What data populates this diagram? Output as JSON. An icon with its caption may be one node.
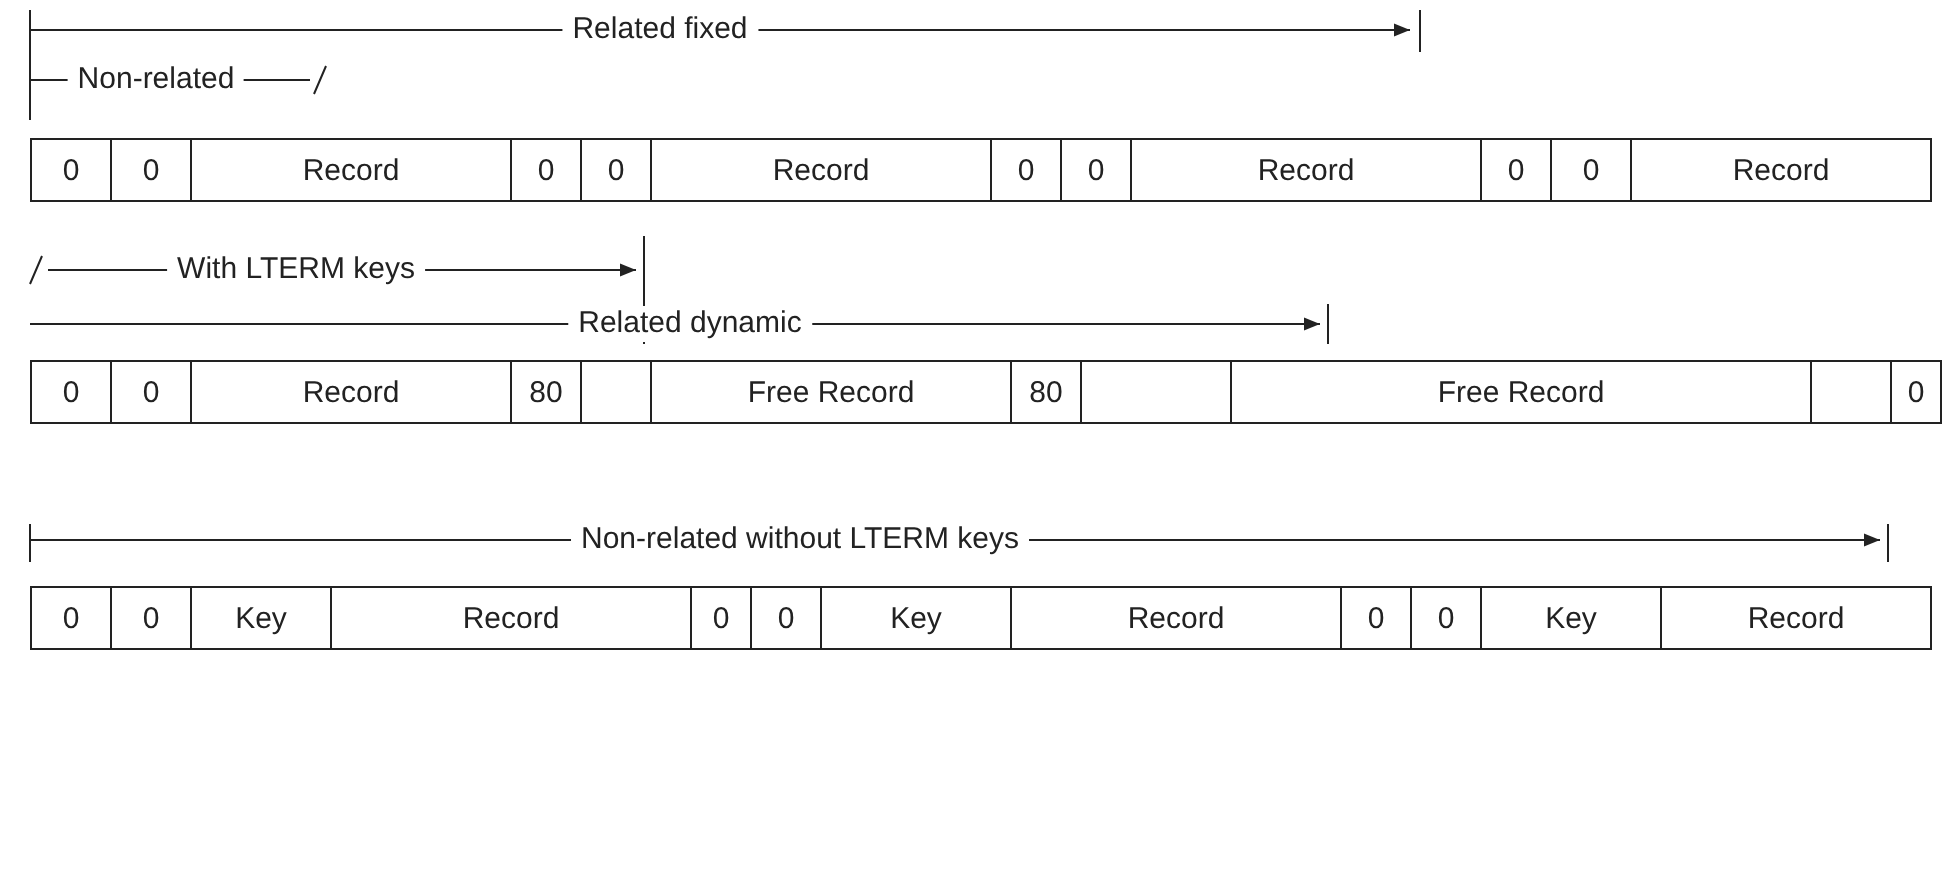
{
  "diagram": {
    "labels": [
      "Related fixed",
      "Non-related",
      "0",
      "0",
      "Record",
      "0",
      "0",
      "Record",
      "0",
      "0",
      "Record",
      "0",
      "0",
      "Record",
      "With LTERM keys",
      "Related dynamic",
      "0",
      "0",
      "Record",
      "80",
      "Free Record",
      "80",
      "Free Record",
      "0",
      "Non-related without LTERM keys",
      "0",
      "0",
      "Key",
      "Record",
      "0",
      "0",
      "Key",
      "Record",
      "0",
      "0",
      "Key",
      "Record"
    ]
  }
}
